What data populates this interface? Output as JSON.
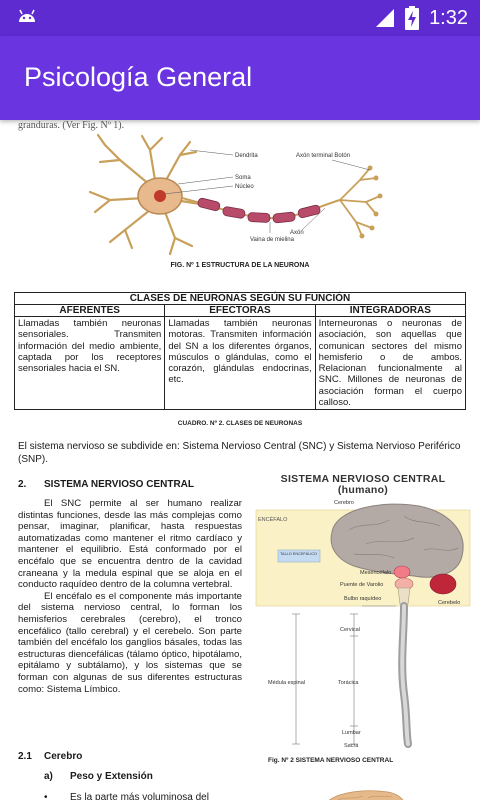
{
  "status_bar": {
    "time": "1:32"
  },
  "app_bar": {
    "title": "Psicología General"
  },
  "document": {
    "cut_line": "granduras. (Ver Fig. Nº 1).",
    "neuron_labels": {
      "dendrita": "Dendrita",
      "soma": "Soma",
      "nucleo": "Núcleo",
      "axon_terminal": "Axón terminal Botón",
      "axon": "Axón",
      "vaina": "Vaina de mielina"
    },
    "fig1_caption": "FIG. Nº 1 ESTRUCTURA DE LA NEURONA",
    "table": {
      "title": "CLASES DE NEURONAS SEGÚN SU FUNCIÓN",
      "headers": [
        "AFERENTES",
        "EFECTORAS",
        "INTEGRADORAS"
      ],
      "cells": [
        "Llamadas también neuronas sensoriales. Transmiten información del medio ambiente, captada por los receptores sensoriales hacia el SN.",
        "Llamadas también neuronas motoras. Transmiten información del SN a los diferentes órganos, músculos o glándulas, como el corazón, glándulas endocrinas, etc.",
        "Interneuronas o neuronas de asociación, son aquellas que comunican sectores del mismo hemisferio o de ambos. Relacionan funcionalmente al SNC. Millones de neuronas de asociación forman el cuerpo calloso."
      ]
    },
    "fig2_caption": "CUADRO. Nº 2. CLASES DE NEURONAS",
    "para_snc": "El sistema nervioso se subdivide en: Sistema Nervioso Central (SNC) y Sistema Nervioso Periférico (SNP).",
    "section2": {
      "number": "2.",
      "title": "SISTEMA NERVIOSO CENTRAL"
    },
    "para1": "El SNC permite al ser humano realizar distintas funciones, desde las más complejas como pensar, imaginar, planificar, hasta respuestas automatizadas como mantener el ritmo cardíaco y mantener el equilibrio. Está conformado por el encéfalo que se encuentra dentro de la cavidad craneana y la medula espinal que se aloja en el conducto raquídeo dentro de la columna vertebral.",
    "para2": "El encéfalo es el componente más importante del sistema nervioso central, lo forman los hemisferios cerebrales (cerebro), el tronco encefálico (tallo cerebral) y el cerebelo. Son parte también del encéfalo los ganglios básales, todas las estructuras diencefálicas (tálamo óptico, hipotálamo, epitálamo y subtálamo), y los sistemas que se forman con algunas de sus diferentes estructuras como: Sistema Límbico.",
    "section21": {
      "number": "2.1",
      "title": "Cerebro"
    },
    "section_a": {
      "number": "a)",
      "title": "Peso y Extensión"
    },
    "bullet": {
      "marker": "•",
      "text": "Es la parte más voluminosa del"
    },
    "snc_fig": {
      "title": "SISTEMA NERVIOSO CENTRAL",
      "subtitle": "(humano)",
      "labels": {
        "cerebro": "Cerebro",
        "encefalo": "ENCÉFALO",
        "tallo": "TALLO ENCEFÁLICO",
        "mesencefalo": "Mesencéfalo",
        "varolio": "Puente de Varolio",
        "bulbo": "Bulbo raquídeo",
        "cerebelo": "Cerebelo",
        "cervical": "Cervical",
        "medula": "Médula espinal",
        "toracica": "Torácica",
        "lumbar": "Lumbar",
        "sacra": "Sacra"
      }
    },
    "fig3_caption": "Fig. Nº 2 SISTEMA NERVIOSO CENTRAL"
  }
}
